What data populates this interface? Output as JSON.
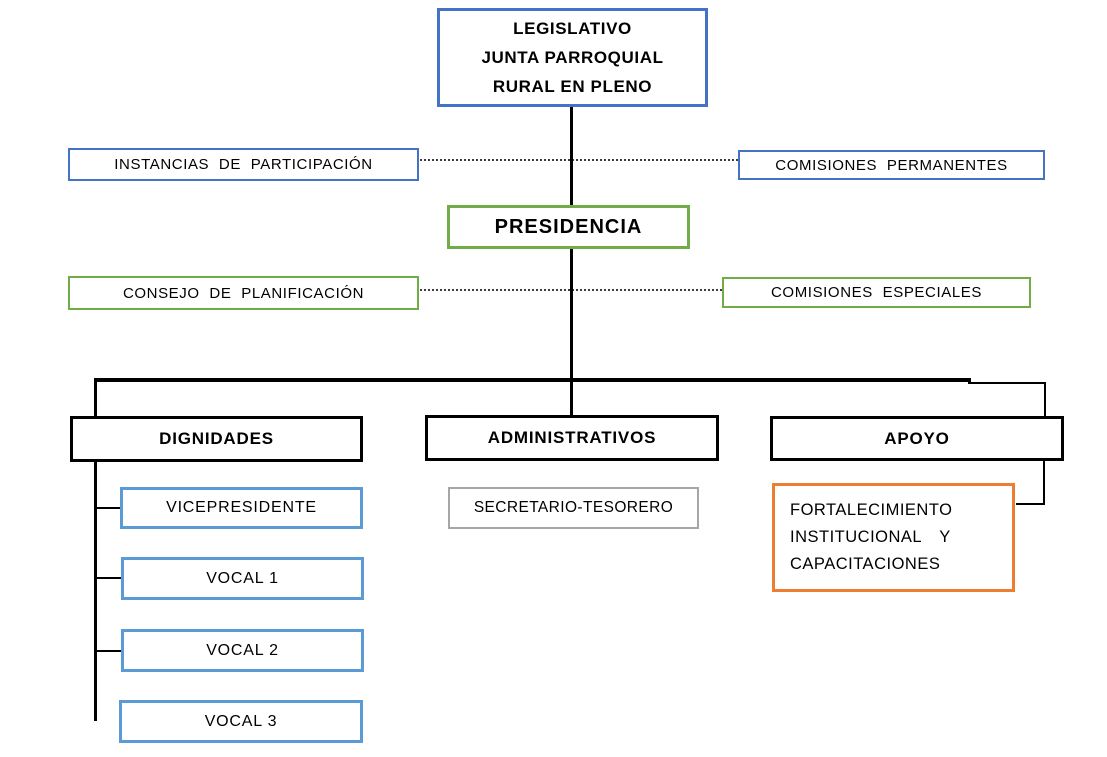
{
  "diagram": {
    "type": "org-chart",
    "colors": {
      "blue": "#4472C4",
      "light_blue": "#5B9BD5",
      "green": "#70AD47",
      "orange": "#ED7D31",
      "gray": "#A6A6A6",
      "black": "#000000"
    },
    "nodes": {
      "legislativo": {
        "line1": "LEGISLATIVO",
        "line2": "JUNTA PARROQUIAL",
        "line3": "RURAL EN PLENO",
        "border_color": "#4472C4"
      },
      "instancias": {
        "label": "INSTANCIAS DE PARTICIPACIÓN",
        "border_color": "#4472C4"
      },
      "comisiones_permanentes": {
        "label": "COMISIONES PERMANENTES",
        "border_color": "#4472C4"
      },
      "presidencia": {
        "label": "PRESIDENCIA",
        "border_color": "#70AD47"
      },
      "consejo": {
        "label": "CONSEJO DE PLANIFICACIÓN",
        "border_color": "#70AD47"
      },
      "comisiones_especiales": {
        "label": "COMISIONES ESPECIALES",
        "border_color": "#70AD47"
      },
      "dignidades": {
        "label": "DIGNIDADES",
        "border_color": "#000000"
      },
      "administrativos": {
        "label": "ADMINISTRATIVOS",
        "border_color": "#000000"
      },
      "apoyo": {
        "label": "APOYO",
        "border_color": "#000000"
      },
      "vicepresidente": {
        "label": "VICEPRESIDENTE",
        "border_color": "#5B9BD5"
      },
      "vocal1": {
        "label": "VOCAL 1",
        "border_color": "#5B9BD5"
      },
      "vocal2": {
        "label": "VOCAL 2",
        "border_color": "#5B9BD5"
      },
      "vocal3": {
        "label": "VOCAL 3",
        "border_color": "#5B9BD5"
      },
      "secretario_tesorero": {
        "label": "SECRETARIO-TESORERO",
        "border_color": "#A6A6A6"
      },
      "fortalecimiento": {
        "line1": "FORTALECIMIENTO",
        "line2": "INSTITUCIONAL Y",
        "line3": "CAPACITACIONES",
        "border_color": "#ED7D31"
      }
    },
    "edges": [
      {
        "from": "legislativo",
        "to": "presidencia",
        "style": "solid"
      },
      {
        "from": "instancias",
        "to": "center-line",
        "style": "dotted"
      },
      {
        "from": "center-line",
        "to": "comisiones_permanentes",
        "style": "dotted"
      },
      {
        "from": "consejo",
        "to": "center-line",
        "style": "dotted"
      },
      {
        "from": "center-line",
        "to": "comisiones_especiales",
        "style": "dotted"
      },
      {
        "from": "presidencia",
        "to": "dignidades",
        "style": "solid"
      },
      {
        "from": "presidencia",
        "to": "administrativos",
        "style": "solid"
      },
      {
        "from": "presidencia",
        "to": "apoyo",
        "style": "solid"
      },
      {
        "from": "dignidades",
        "to": "vicepresidente",
        "style": "solid"
      },
      {
        "from": "dignidades",
        "to": "vocal1",
        "style": "solid"
      },
      {
        "from": "dignidades",
        "to": "vocal2",
        "style": "solid"
      },
      {
        "from": "dignidades",
        "to": "vocal3",
        "style": "solid"
      },
      {
        "from": "apoyo",
        "to": "fortalecimiento",
        "style": "solid"
      }
    ]
  }
}
